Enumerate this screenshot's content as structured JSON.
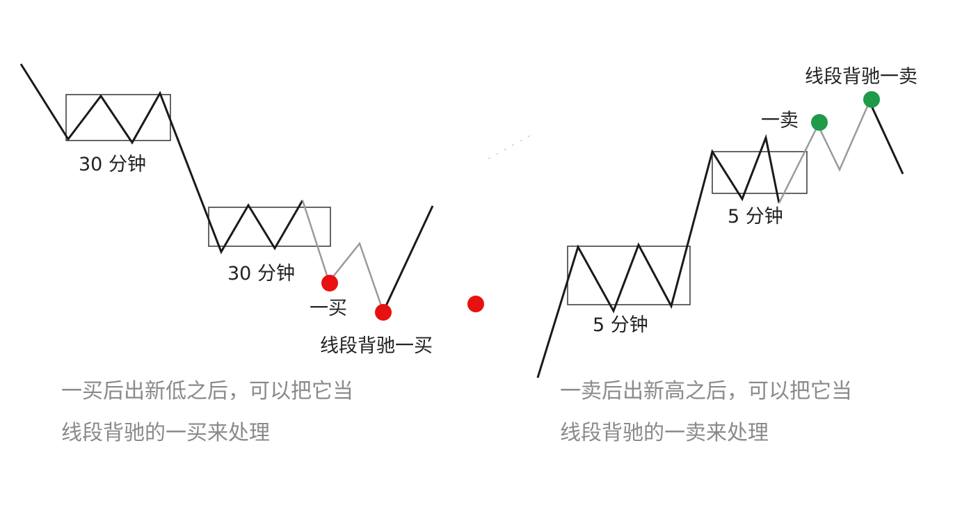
{
  "colors": {
    "line_dark": "#1a1a1a",
    "line_light": "#9a9a9a",
    "buy_point": "#e81010",
    "sell_point": "#1f9a48",
    "caption_text": "#8a8a8a"
  },
  "left_panel": {
    "box1_label": "30 分钟",
    "box2_label": "30 分钟",
    "buy1_label": "一买",
    "segment_divergence_label": "线段背驰一买",
    "caption_line1": "一买后出新低之后，可以把它当",
    "caption_line2": "线段背驰的一买来处理"
  },
  "right_panel": {
    "box1_label": "5 分钟",
    "box2_label": "5 分钟",
    "sell1_label": "一卖",
    "segment_divergence_label": "线段背驰一卖",
    "caption_line1": "一卖后出新高之后，可以把它当",
    "caption_line2": "线段背驰的一卖来处理"
  }
}
